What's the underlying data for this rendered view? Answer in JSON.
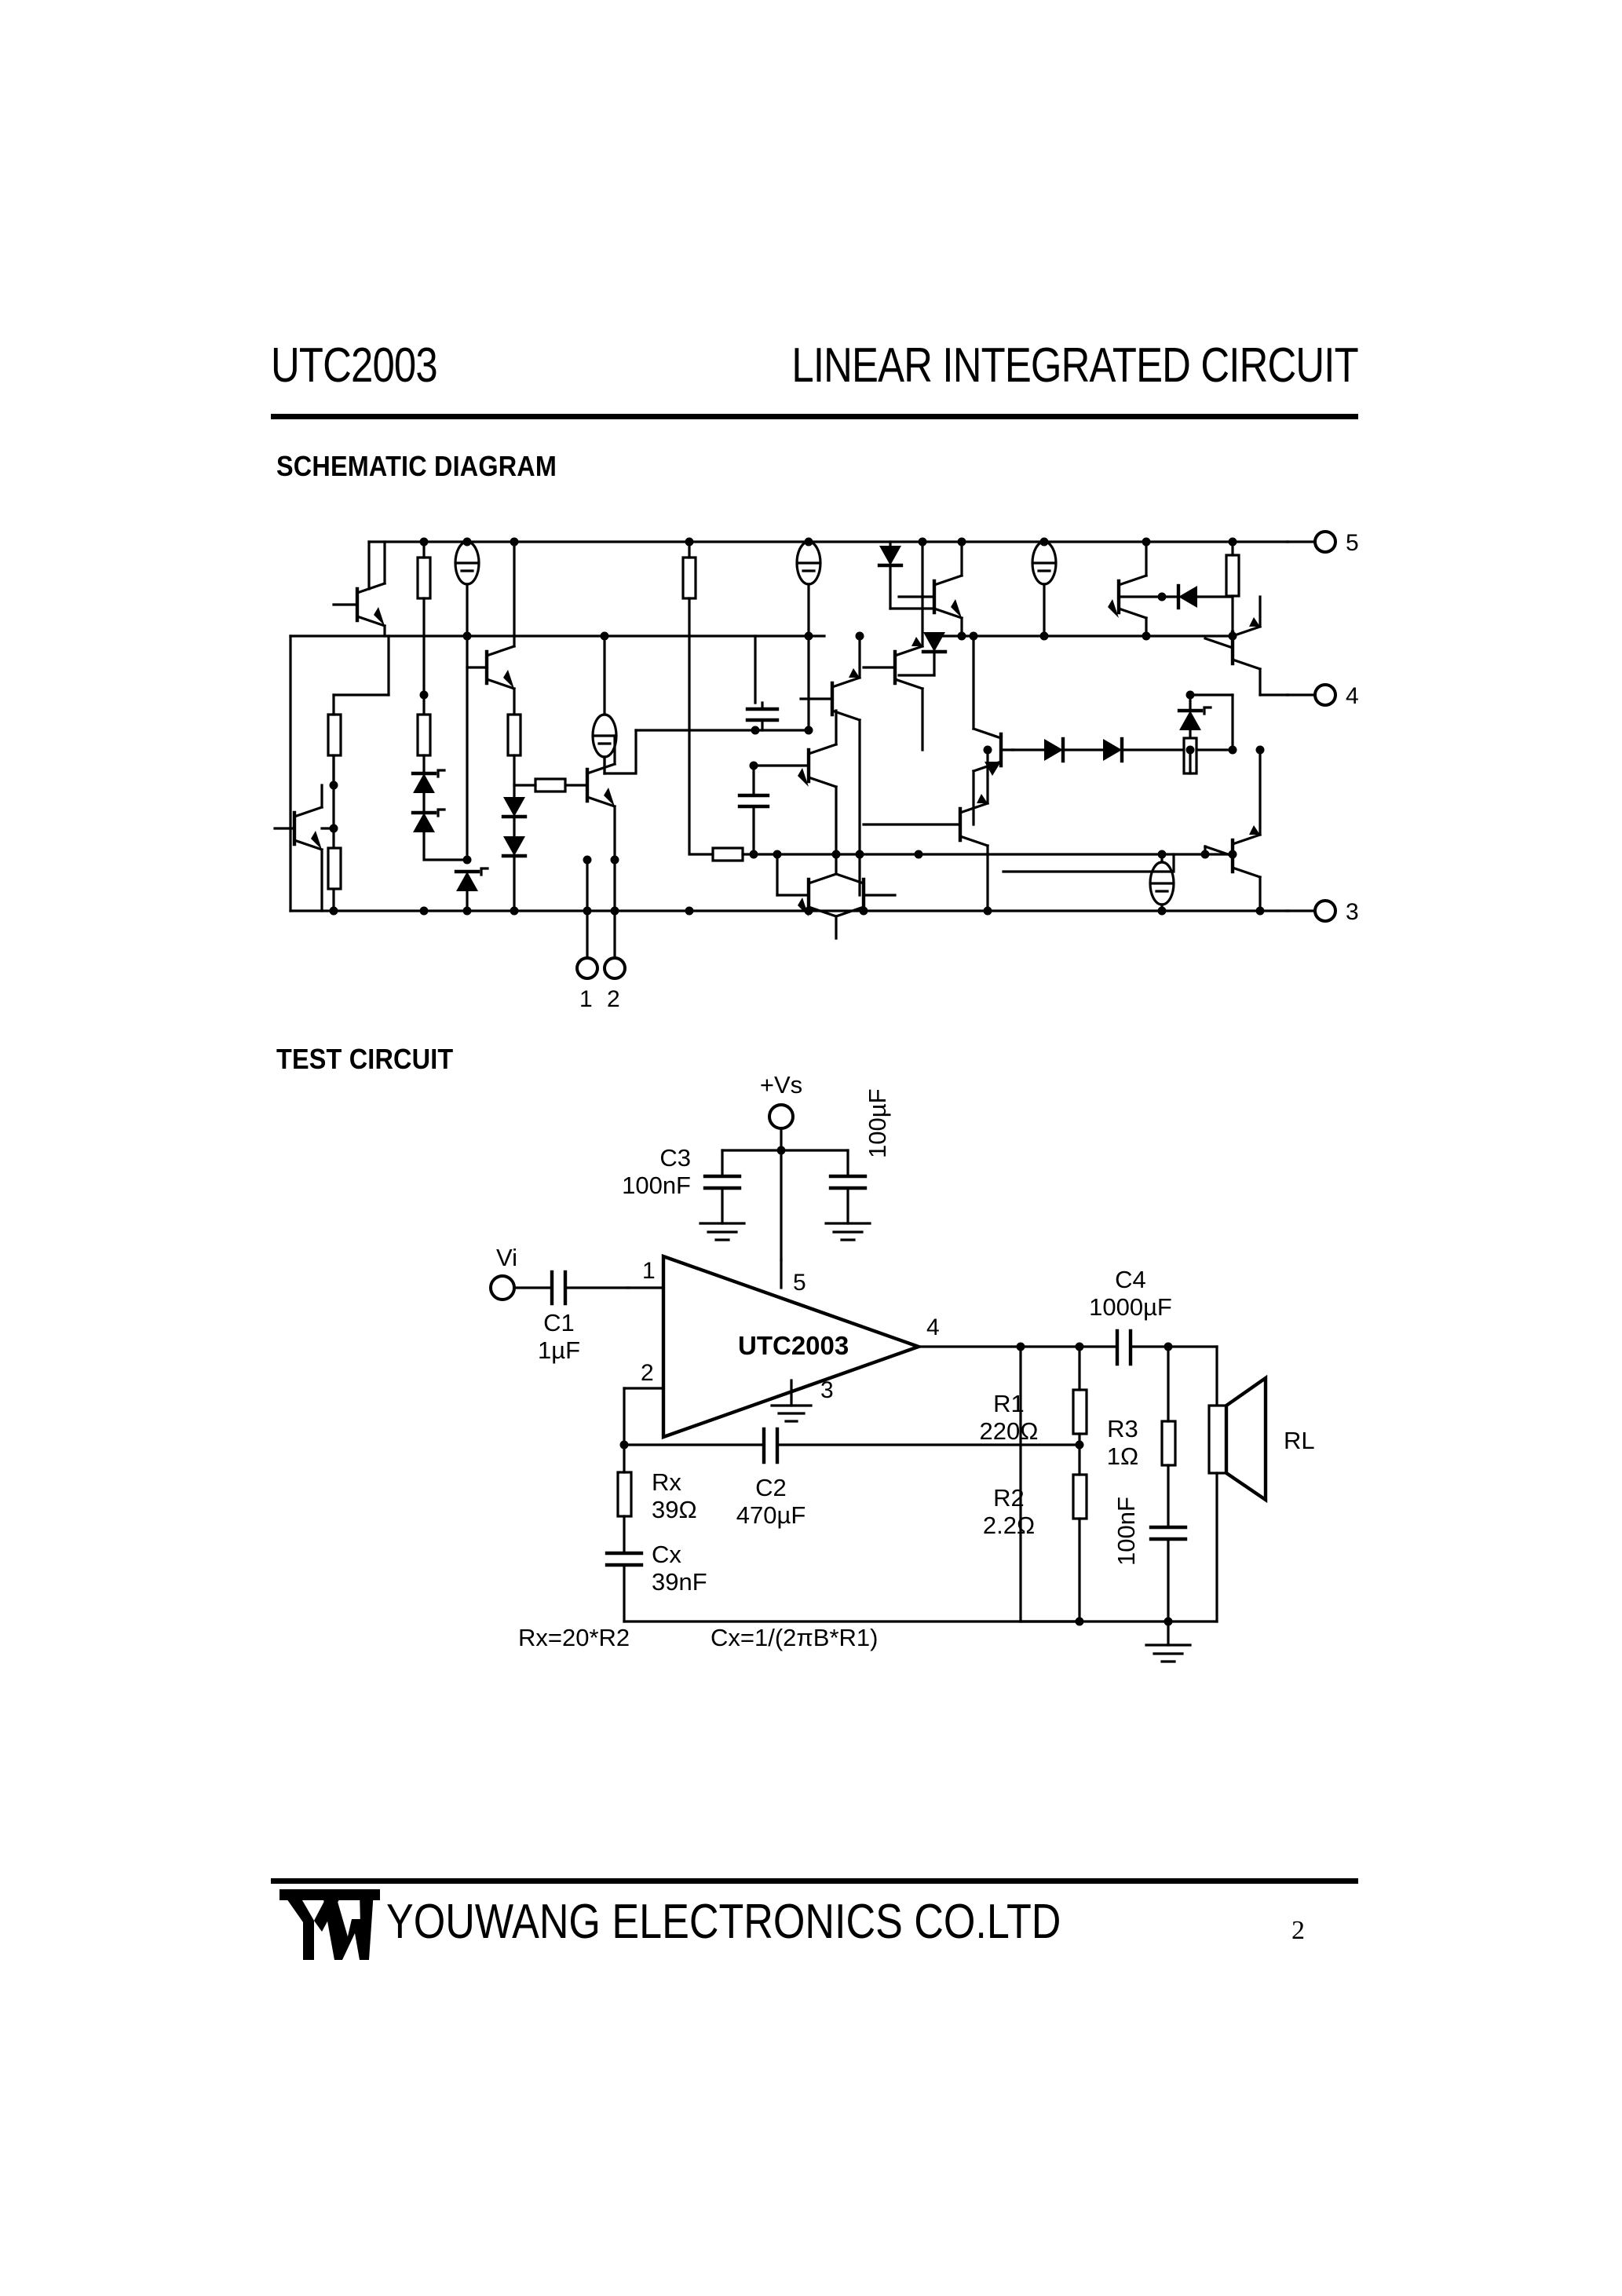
{
  "header": {
    "part_number": "UTC2003",
    "doc_type": "LINEAR INTEGRATED CIRCUIT"
  },
  "sections": {
    "schematic_heading": "SCHEMATIC DIAGRAM",
    "test_heading": "TEST CIRCUIT"
  },
  "schematic": {
    "pins": [
      {
        "number": "5",
        "position": "right-top"
      },
      {
        "number": "4",
        "position": "right-middle"
      },
      {
        "number": "3",
        "position": "right-bottom"
      },
      {
        "number": "1",
        "position": "bottom-left"
      },
      {
        "number": "2",
        "position": "bottom-left"
      }
    ]
  },
  "test_circuit": {
    "device_label": "UTC2003",
    "supply_label": "+Vs",
    "input_label": "Vi",
    "load_label": "RL",
    "pins": {
      "in_noninv": "1",
      "in_inv": "2",
      "ground": "3",
      "output": "4",
      "supply": "5"
    },
    "components": [
      {
        "ref": "C1",
        "value": "1µF",
        "type": "capacitor"
      },
      {
        "ref": "C2",
        "value": "470µF",
        "type": "capacitor"
      },
      {
        "ref": "C3",
        "value": "100nF",
        "type": "capacitor"
      },
      {
        "ref": "C4",
        "value": "1000µF",
        "type": "capacitor"
      },
      {
        "ref": "",
        "value": "100µF",
        "type": "capacitor"
      },
      {
        "ref": "",
        "value": "100nF",
        "type": "capacitor"
      },
      {
        "ref": "R1",
        "value": "220Ω",
        "type": "resistor"
      },
      {
        "ref": "R2",
        "value": "2.2Ω",
        "type": "resistor"
      },
      {
        "ref": "R3",
        "value": "1Ω",
        "type": "resistor"
      },
      {
        "ref": "Rx",
        "value": "39Ω",
        "type": "resistor"
      },
      {
        "ref": "Cx",
        "value": "39nF",
        "type": "capacitor"
      }
    ],
    "labels": {
      "c1_ref": "C1",
      "c1_val": "1µF",
      "c2_ref": "C2",
      "c2_val": "470µF",
      "c3_ref": "C3",
      "c3_val": "100nF",
      "c4_ref": "C4",
      "c4_val": "1000µF",
      "cbulk_val": "100µF",
      "czobel_val": "100nF",
      "r1_ref": "R1",
      "r1_val": "220Ω",
      "r2_ref": "R2",
      "r2_val": "2.2Ω",
      "r3_ref": "R3",
      "r3_val": "1Ω",
      "rx_ref": "Rx",
      "rx_val": "39Ω",
      "cx_ref": "Cx",
      "cx_val": "39nF"
    },
    "formulas": {
      "rx": "Rx=20*R2",
      "cx": "Cx=1/(2πB*R1)"
    }
  },
  "footer": {
    "logo_text": "YW",
    "company": "YOUWANG  ELECTRONICS  CO.LTD",
    "page_number": "2"
  },
  "colors": {
    "ink": "#000000",
    "paper": "#ffffff"
  }
}
